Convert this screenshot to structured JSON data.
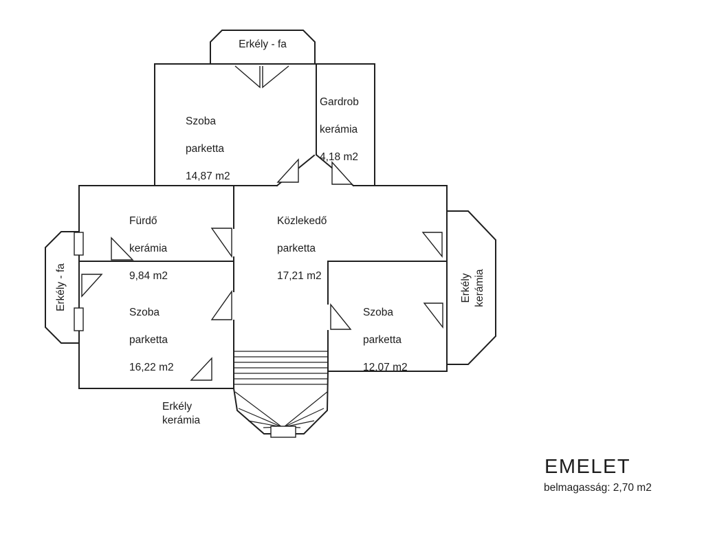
{
  "plan": {
    "title": "EMELET",
    "subtitle": "belmagasság: 2,70 m2",
    "ink_color": "#1f1f1f",
    "background_color": "#ffffff",
    "rooms": [
      {
        "id": "szoba-top",
        "name": "Szoba",
        "material": "parketta",
        "area": "14,87 m2"
      },
      {
        "id": "gardrob",
        "name": "Gardrob",
        "material": "kerámia",
        "area": "4,18 m2"
      },
      {
        "id": "furdo",
        "name": "Fürdő",
        "material": "kerámia",
        "area": "9,84 m2"
      },
      {
        "id": "kozlekedo",
        "name": "Közlekedő",
        "material": "parketta",
        "area": "17,21 m2"
      },
      {
        "id": "szoba-left",
        "name": "Szoba",
        "material": "parketta",
        "area": "16,22 m2"
      },
      {
        "id": "szoba-right",
        "name": "Szoba",
        "material": "parketta",
        "area": "12,07 m2"
      }
    ],
    "balconies": [
      {
        "id": "balcony-top",
        "label": "Erkély - fa"
      },
      {
        "id": "balcony-left",
        "label": "Erkély - fa"
      },
      {
        "id": "balcony-right",
        "label": "Erkély\nkerámia"
      },
      {
        "id": "balcony-bottom",
        "label": "Erkély\nkerámia"
      }
    ]
  }
}
